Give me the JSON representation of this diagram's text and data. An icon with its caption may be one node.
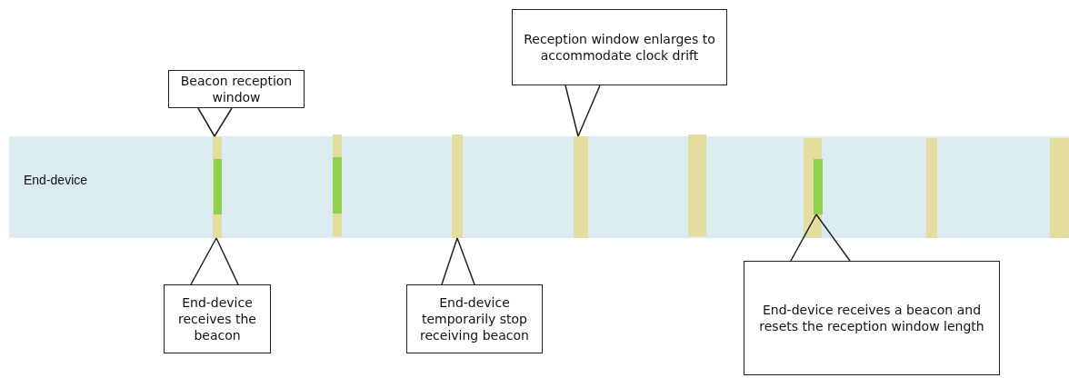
{
  "diagram": {
    "nodes": [
      {
        "text": [
          "Beacon reception window"
        ]
      },
      {
        "text": [
          "Reception window enlarges to accommodate clock drift"
        ]
      },
      {
        "text": [
          "End-device"
        ]
      },
      {
        "text": [],
        "shape": "bar",
        "in": 2
      },
      {
        "text": [],
        "shape": "bar",
        "in": 3
      },
      {
        "text": [],
        "shape": "bar",
        "in": 2
      },
      {
        "text": [],
        "shape": "bar",
        "in": 5
      },
      {
        "text": [],
        "shape": "bar",
        "in": 2
      },
      {
        "text": [],
        "shape": "bar",
        "in": 2
      },
      {
        "text": [],
        "shape": "bar",
        "in": 2
      },
      {
        "text": [],
        "shape": "bar",
        "in": 2
      },
      {
        "text": [],
        "shape": "bar",
        "in": 10
      },
      {
        "text": [],
        "shape": "bar",
        "in": 2
      },
      {
        "text": [],
        "shape": "bar",
        "in": 2
      },
      {
        "text": [
          "End-device receives the beacon"
        ]
      },
      {
        "text": [
          "End-device temporarily stop receiving beacon"
        ]
      },
      {
        "text": [
          "End-device receives a beacon and resets the reception window length"
        ]
      }
    ],
    "edges": [
      {
        "from": 0,
        "to": 3,
        "arrow": "none"
      },
      {
        "from": 1,
        "to": 8,
        "arrow": "none"
      },
      {
        "from": 14,
        "to": 3,
        "arrow": "none"
      },
      {
        "from": 15,
        "to": 7,
        "arrow": "none"
      },
      {
        "from": 16,
        "to": 11,
        "arrow": "none"
      }
    ]
  }
}
